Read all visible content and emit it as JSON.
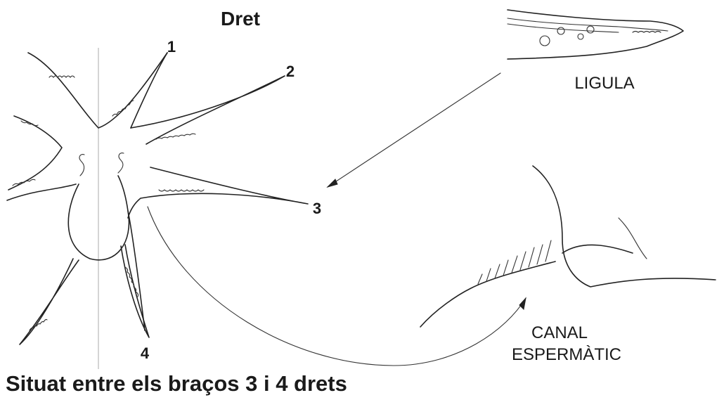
{
  "title": "Dret",
  "caption": "Situat entre els braços 3 i 4 drets",
  "arm_labels": [
    "1",
    "2",
    "3",
    "4"
  ],
  "labels": {
    "ligula": "LIGULA",
    "canal_line1": "CANAL",
    "canal_line2": "ESPERMÀTIC"
  }
}
